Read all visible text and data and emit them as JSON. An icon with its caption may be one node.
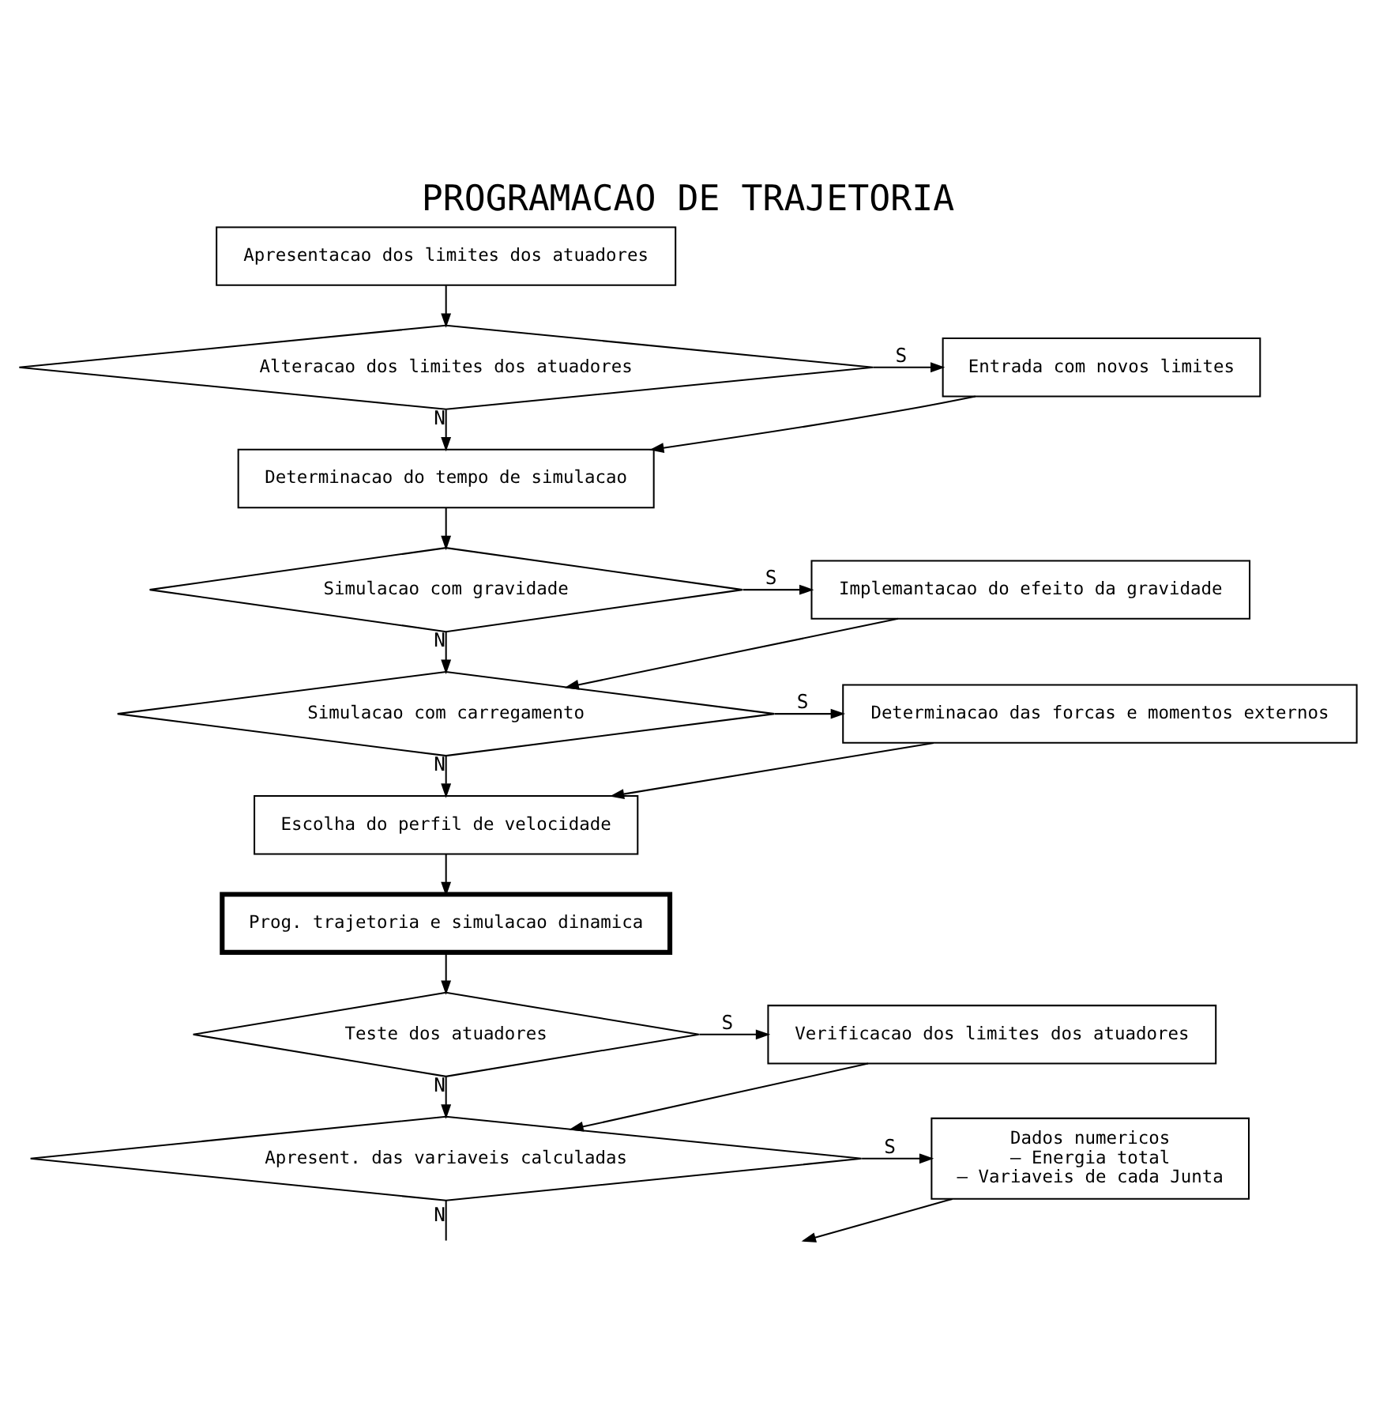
{
  "diagram": {
    "title": "PROGRAMACAO DE TRAJETORIA",
    "nodes": [
      {
        "text": [
          "Apresentacao dos limites dos atuadores"
        ]
      },
      {
        "text": [
          "Alteracao dos limites dos atuadores"
        ]
      },
      {
        "text": [
          "Entrada com novos limites"
        ]
      },
      {
        "text": [
          "Determinacao do tempo de simulacao"
        ]
      },
      {
        "text": [
          "Simulacao com gravidade"
        ]
      },
      {
        "text": [
          "Implemantacao do efeito da gravidade"
        ]
      },
      {
        "text": [
          "Simulacao com carregamento"
        ]
      },
      {
        "text": [
          "Determinacao das forcas e momentos externos"
        ]
      },
      {
        "text": [
          "Escolha do perfil de velocidade"
        ]
      },
      {
        "text": [
          "Prog. trajetoria e simulacao dinamica"
        ]
      },
      {
        "text": [
          "Teste dos atuadores"
        ]
      },
      {
        "text": [
          "Verificacao dos limites dos atuadores"
        ]
      },
      {
        "text": [
          "Apresent. das variaveis calculadas"
        ]
      },
      {
        "text": [
          "Dados numericos",
          "– Energia total",
          "– Variaveis de cada Junta"
        ]
      }
    ],
    "edges": [
      {
        "from": 0,
        "to": 1,
        "arrow": "to"
      },
      {
        "from": 1,
        "to": 2,
        "arrow": "to",
        "label": "S"
      },
      {
        "from": 1,
        "to": 3,
        "arrow": "to",
        "label": "N"
      },
      {
        "from": 2,
        "to": 3,
        "arrow": "to"
      },
      {
        "from": 3,
        "to": 4,
        "arrow": "to"
      },
      {
        "from": 4,
        "to": 5,
        "arrow": "to",
        "label": "S"
      },
      {
        "from": 4,
        "to": 6,
        "arrow": "to",
        "label": "N"
      },
      {
        "from": 5,
        "to": 6,
        "arrow": "to"
      },
      {
        "from": 6,
        "to": 7,
        "arrow": "to",
        "label": "S"
      },
      {
        "from": 6,
        "to": 8,
        "arrow": "to",
        "label": "N"
      },
      {
        "from": 7,
        "to": 8,
        "arrow": "to"
      },
      {
        "from": 8,
        "to": 9,
        "arrow": "to"
      },
      {
        "from": 9,
        "to": 10,
        "arrow": "to"
      },
      {
        "from": 10,
        "to": 11,
        "arrow": "to",
        "label": "S"
      },
      {
        "from": 10,
        "to": 12,
        "arrow": "to",
        "label": "N"
      },
      {
        "from": 11,
        "to": 12,
        "arrow": "to"
      },
      {
        "from": 12,
        "to": 13,
        "arrow": "to",
        "label": "S"
      },
      {
        "from": 12,
        "to": null,
        "arrow": "none",
        "label": "N"
      },
      {
        "from": 13,
        "to": null,
        "arrow": "to"
      }
    ]
  }
}
